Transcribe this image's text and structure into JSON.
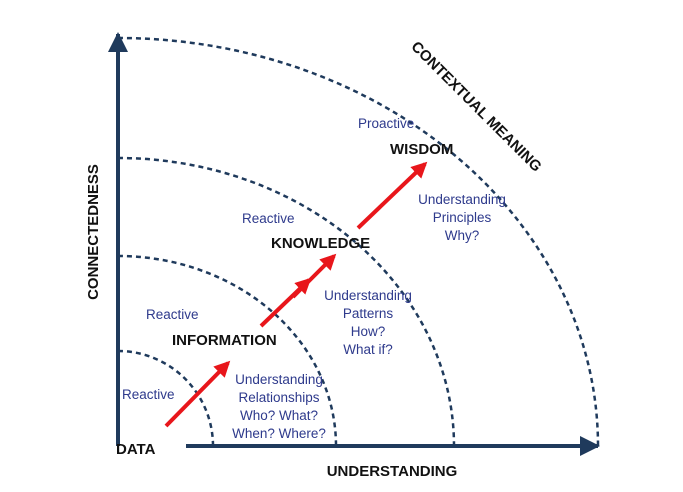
{
  "axes": {
    "x_title": "UNDERSTANDING",
    "y_title": "CONNECTEDNESS",
    "outer_title": "CONTEXTUAL MEANING"
  },
  "levels": [
    {
      "name": "DATA",
      "mode": "Reactive",
      "lines": []
    },
    {
      "name": "INFORMATION",
      "mode": "Reactive",
      "lines": [
        "Understanding",
        "Relationships",
        "Who? What?",
        "When? Where?"
      ]
    },
    {
      "name": "KNOWLEDGE",
      "mode": "Reactive",
      "lines": [
        "Understanding",
        "Patterns",
        "How?",
        "What if?"
      ]
    },
    {
      "name": "WISDOM",
      "mode": "Proactive",
      "lines": [
        "Understanding",
        "Principles",
        "Why?"
      ]
    }
  ],
  "colors": {
    "axis": "#1f3a5c",
    "arc": "#1f3a5c",
    "arrow": "#e8161b",
    "blue_text": "#2e3a8c"
  }
}
